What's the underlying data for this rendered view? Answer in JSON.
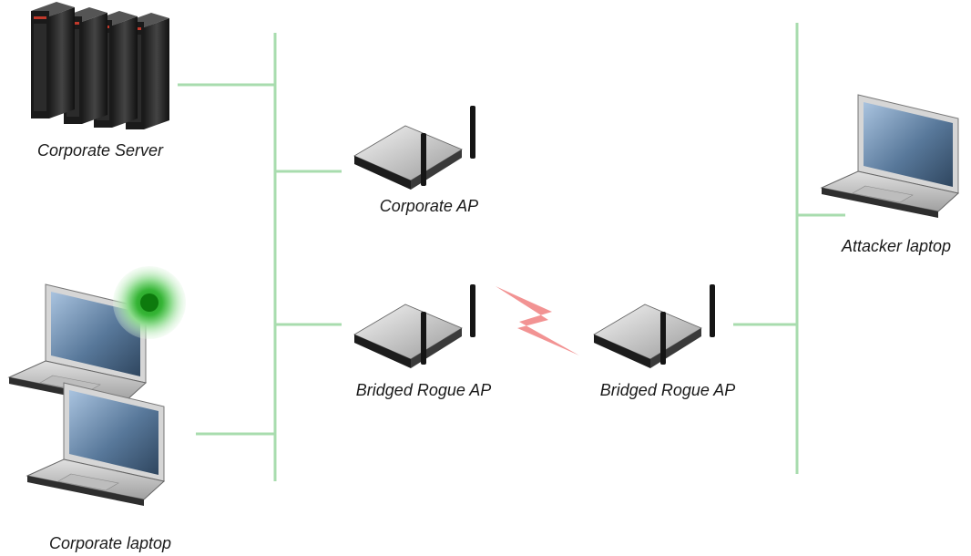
{
  "labels": {
    "corporate_server": "Corporate Server",
    "corporate_ap": "Corporate AP",
    "bridged_rogue_ap_left": "Bridged Rogue AP",
    "bridged_rogue_ap_right": "Bridged Rogue AP",
    "attacker_laptop": "Attacker laptop",
    "corporate_laptop": "Corporate laptop"
  },
  "colors": {
    "network_line": "#a8dcae",
    "wireless_link": "#f08080",
    "signal_indicator": "#22aa22",
    "device_body": "#2a2a2a",
    "screen": "#6c8eb0"
  }
}
